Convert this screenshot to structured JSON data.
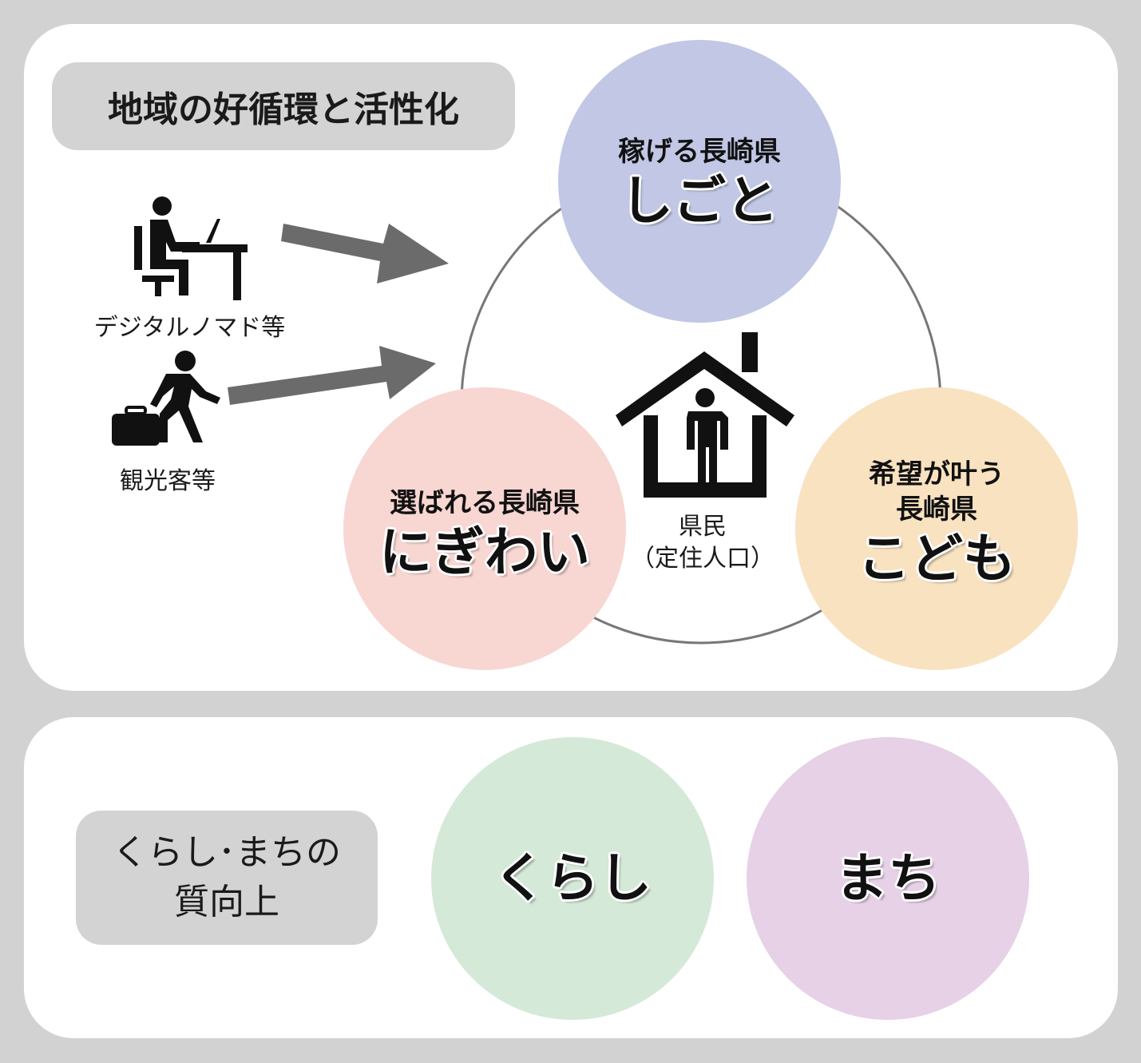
{
  "top_panel": {
    "title": "地域の好循環と活性化",
    "sources": [
      {
        "label": "デジタルノマド等",
        "icon": "desk-worker-icon"
      },
      {
        "label": "観光客等",
        "icon": "traveler-icon"
      }
    ],
    "center": {
      "line1": "県民",
      "line2": "（定住人口）",
      "icon": "house-person-icon"
    },
    "circles": [
      {
        "id": "shigoto",
        "subtitle": "稼げる長崎県",
        "title": "しごと",
        "color": "#c1c7e5"
      },
      {
        "id": "nigiwai",
        "subtitle": "選ばれる長崎県",
        "title": "にぎわい",
        "color": "#f8d6d2"
      },
      {
        "id": "kodomo",
        "subtitle_line1": "希望が叶う",
        "subtitle_line2": "長崎県",
        "title": "こども",
        "color": "#f8e2c0"
      }
    ]
  },
  "bottom_panel": {
    "title_line1": "くらし･まちの",
    "title_line2": "質向上",
    "circles": [
      {
        "id": "kurashi",
        "title": "くらし",
        "color": "#d4e9d7"
      },
      {
        "id": "machi",
        "title": "まち",
        "color": "#e6d1e7"
      }
    ]
  }
}
